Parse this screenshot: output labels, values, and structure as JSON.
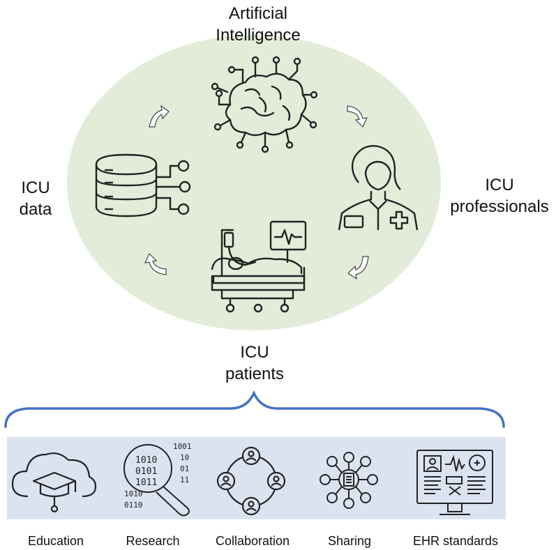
{
  "cycle": {
    "top": [
      "Artificial",
      "Intelligence"
    ],
    "right": [
      "ICU",
      "professionals"
    ],
    "bottom": [
      "ICU",
      "patients"
    ],
    "left": [
      "ICU",
      "data"
    ]
  },
  "applications": [
    "Education",
    "Research",
    "Collaboration",
    "Sharing",
    "EHR standards"
  ],
  "colors": {
    "ellipse_fill": "#e2ecd9",
    "band_fill": "#dbe3f1",
    "brace_stroke": "#4472c4",
    "icon_stroke": "#222222"
  }
}
